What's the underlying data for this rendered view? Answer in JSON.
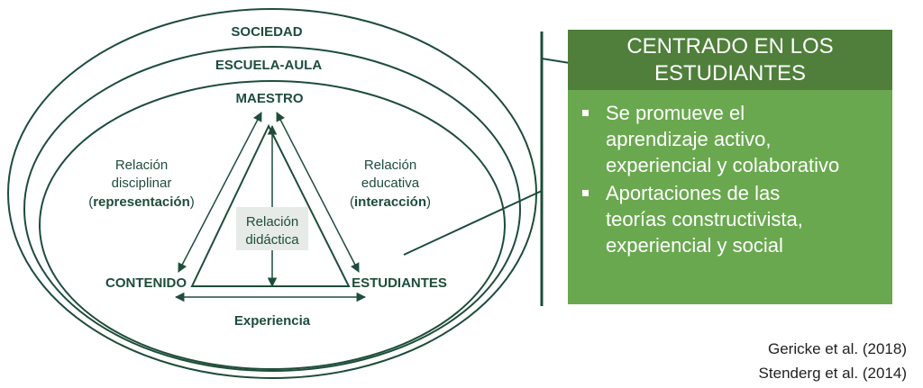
{
  "diagram": {
    "rings": {
      "outer": "SOCIEDAD",
      "middle": "ESCUELA-AULA"
    },
    "nodes": {
      "top": "MAESTRO",
      "left": "CONTENIDO",
      "right": "ESTUDIANTES"
    },
    "left_relation": {
      "line1": "Relación",
      "line2": "disciplinar",
      "line3_open": "(",
      "line3_bold": "representación",
      "line3_close": ")"
    },
    "right_relation": {
      "line1": "Relación",
      "line2": "educativa",
      "line3_open": "(",
      "line3_bold": "interacción",
      "line3_close": ")"
    },
    "center_relation": {
      "line1": "Relación",
      "line2": "didáctica"
    },
    "bottom_label": "Experiencia"
  },
  "panel": {
    "title_line1": "CENTRADO EN LOS",
    "title_line2": "ESTUDIANTES",
    "bullets": [
      {
        "lines": [
          "Se promueve el",
          "aprendizaje activo,",
          "experiencial y colaborativo"
        ]
      },
      {
        "lines": [
          "Aportaciones de las",
          "teorías constructivista,",
          "experiencial y social"
        ]
      }
    ]
  },
  "citations": [
    "Gericke et al. (2018)",
    "Stenderg et al. (2014)"
  ],
  "colors": {
    "diagram_green": "#1e4d3a",
    "panel_header": "#4f7f3a",
    "panel_body": "#6aa84f",
    "didactic_box": "#e6ebe8"
  }
}
